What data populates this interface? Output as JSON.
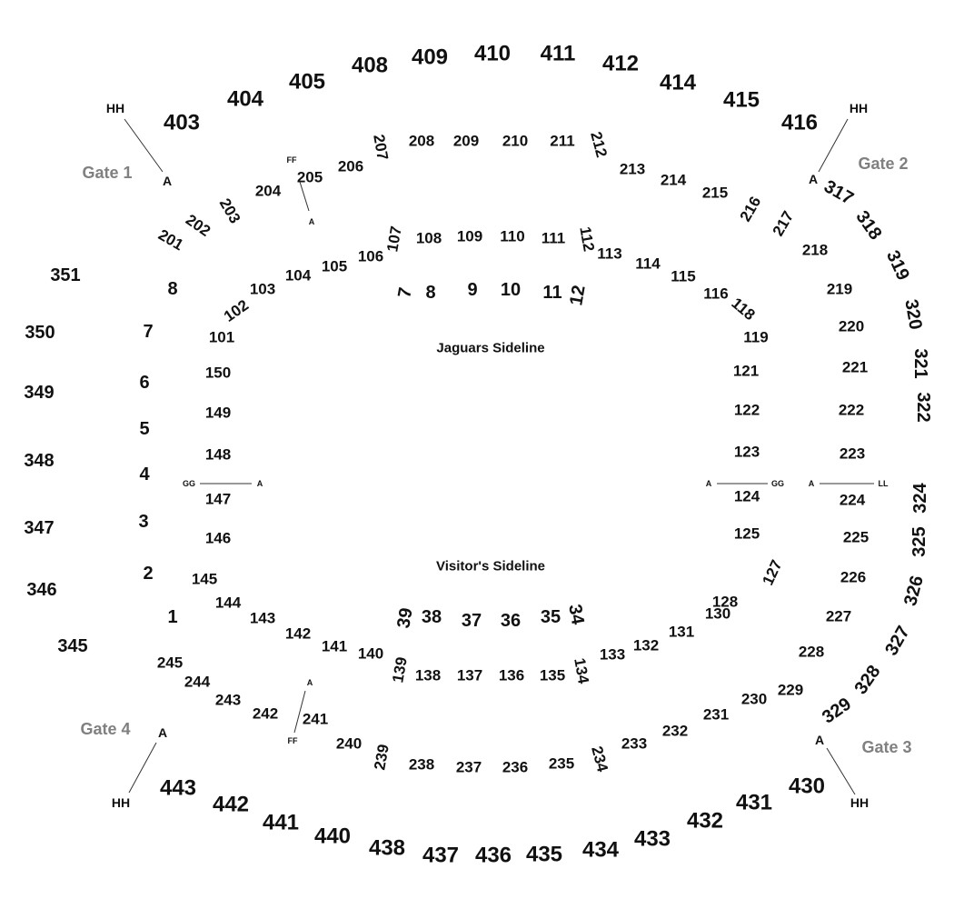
{
  "sideline_labels": {
    "home": "Jaguars Sideline",
    "visitor": "Visitor's Sideline"
  },
  "gates": [
    "Gate 1",
    "Gate 2",
    "Gate 3",
    "Gate 4"
  ],
  "connectors": {
    "hh": "HH",
    "a": "A",
    "ff": "FF",
    "gg": "GG",
    "ll": "LL"
  },
  "field_sections": [
    "1",
    "2",
    "3",
    "4",
    "5",
    "6",
    "7",
    "8",
    "7",
    "8",
    "9",
    "10",
    "11",
    "12",
    "39",
    "38",
    "37",
    "36",
    "35",
    "34"
  ],
  "sections_100": [
    "101",
    "102",
    "103",
    "104",
    "105",
    "106",
    "107",
    "108",
    "109",
    "110",
    "111",
    "112",
    "113",
    "114",
    "115",
    "116",
    "118",
    "119",
    "121",
    "122",
    "123",
    "124",
    "125",
    "127",
    "128",
    "130",
    "131",
    "132",
    "133",
    "134",
    "135",
    "136",
    "137",
    "138",
    "139",
    "140",
    "141",
    "142",
    "143",
    "144",
    "145",
    "146",
    "147",
    "148",
    "149",
    "150"
  ],
  "sections_200": [
    "201",
    "202",
    "203",
    "204",
    "205",
    "206",
    "207",
    "208",
    "209",
    "210",
    "211",
    "212",
    "213",
    "214",
    "215",
    "216",
    "217",
    "218",
    "219",
    "220",
    "221",
    "222",
    "223",
    "224",
    "225",
    "226",
    "227",
    "228",
    "229",
    "230",
    "231",
    "232",
    "233",
    "234",
    "235",
    "236",
    "237",
    "238",
    "239",
    "240",
    "241",
    "242",
    "243",
    "244",
    "245"
  ],
  "sections_300": [
    "317",
    "318",
    "319",
    "320",
    "321",
    "322",
    "324",
    "325",
    "326",
    "327",
    "328",
    "329",
    "345",
    "346",
    "347",
    "348",
    "349",
    "350",
    "351"
  ],
  "sections_400": [
    "403",
    "404",
    "405",
    "408",
    "409",
    "410",
    "411",
    "412",
    "414",
    "415",
    "416",
    "430",
    "431",
    "432",
    "433",
    "434",
    "435",
    "436",
    "437",
    "438",
    "440",
    "441",
    "442",
    "443"
  ]
}
